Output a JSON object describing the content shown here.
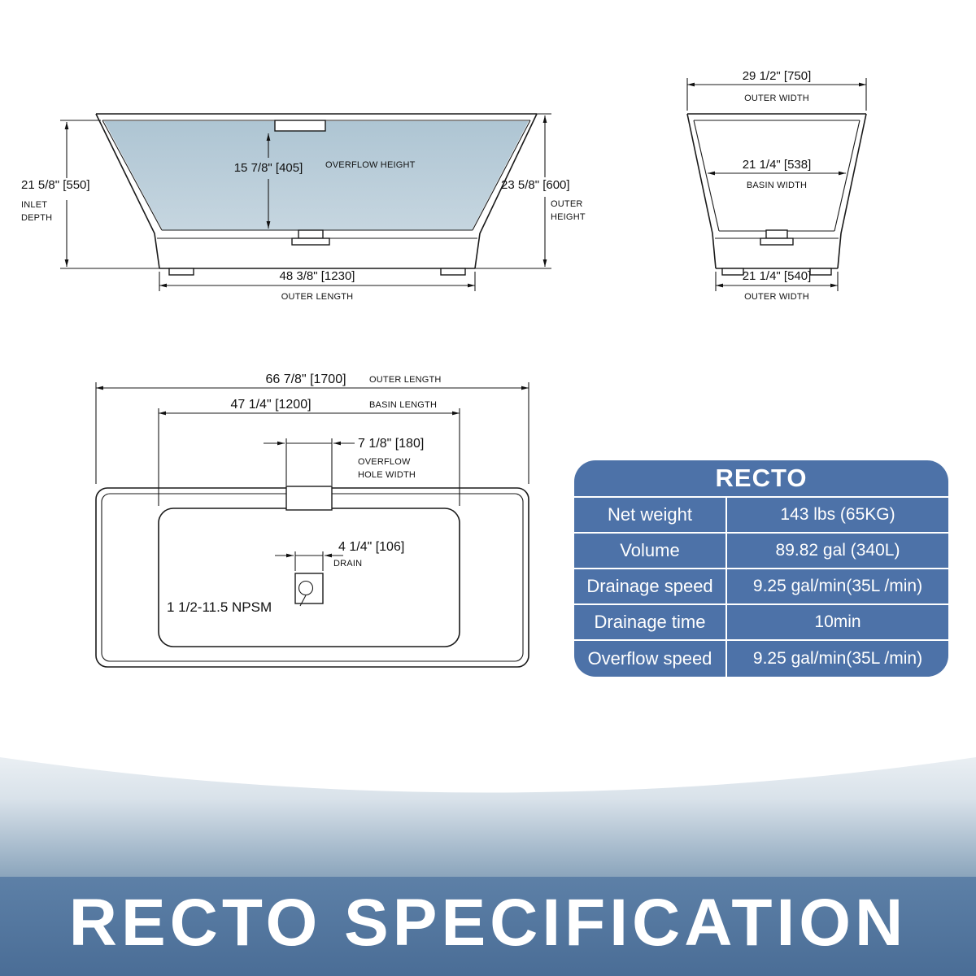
{
  "side_view": {
    "inlet_depth": {
      "value": "21 5/8\" [550]",
      "label_line1": "INLET",
      "label_line2": "DEPTH"
    },
    "overflow_height": {
      "value": "15 7/8\" [405]",
      "label": "OVERFLOW HEIGHT"
    },
    "outer_height": {
      "value": "23 5/8\" [600]",
      "label_line1": "OUTER",
      "label_line2": "HEIGHT"
    },
    "outer_length": {
      "value": "48 3/8\" [1230]",
      "label": "OUTER LENGTH"
    }
  },
  "end_view": {
    "outer_width_top": {
      "value": "29 1/2\" [750]",
      "label": "OUTER WIDTH"
    },
    "basin_width": {
      "value": "21 1/4\" [538]",
      "label": "BASIN WIDTH"
    },
    "outer_width_bottom": {
      "value": "21 1/4\" [540]",
      "label": "OUTER WIDTH"
    }
  },
  "top_view": {
    "outer_length": {
      "value": "66 7/8\" [1700]",
      "label": "OUTER LENGTH"
    },
    "basin_length": {
      "value": "47 1/4\" [1200]",
      "label": "BASIN LENGTH"
    },
    "overflow_hole": {
      "value": "7 1/8\" [180]",
      "label_line1": "OVERFLOW",
      "label_line2": "HOLE WIDTH"
    },
    "drain": {
      "value": "4 1/4\" [106]",
      "label": "DRAIN"
    },
    "thread_spec": "1 1/2-11.5 NPSM"
  },
  "spec_table": {
    "title": "RECTO",
    "rows": [
      {
        "label": "Net weight",
        "value": "143 lbs (65KG)"
      },
      {
        "label": "Volume",
        "value": "89.82 gal (340L)"
      },
      {
        "label": "Drainage speed",
        "value": "9.25 gal/min(35L /min)"
      },
      {
        "label": "Drainage time",
        "value": "10min"
      },
      {
        "label": "Overflow speed",
        "value": "9.25 gal/min(35L /min)"
      }
    ]
  },
  "banner": {
    "title": "RECTO SPECIFICATION"
  },
  "colors": {
    "table_blue": "#4d72a8",
    "banner_blue": "#53769e",
    "water_fill": "#b7cbd7"
  }
}
